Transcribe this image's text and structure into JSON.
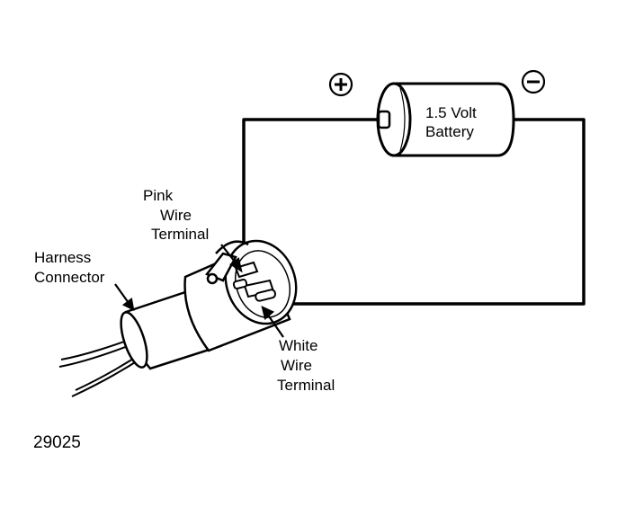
{
  "battery": {
    "label_line1": "1.5 Volt",
    "label_line2": "Battery",
    "positive_symbol": "plus-in-circle",
    "negative_symbol": "minus-in-circle"
  },
  "labels": {
    "pink_line1": "Pink",
    "pink_line2": "Wire",
    "pink_line3": "Terminal",
    "white_line1": "White",
    "white_line2": "Wire",
    "white_line3": "Terminal",
    "harness_line1": "Harness",
    "harness_line2": "Connector"
  },
  "figure_number": "29025",
  "colors": {
    "ink": "#000000",
    "paper": "#ffffff"
  }
}
